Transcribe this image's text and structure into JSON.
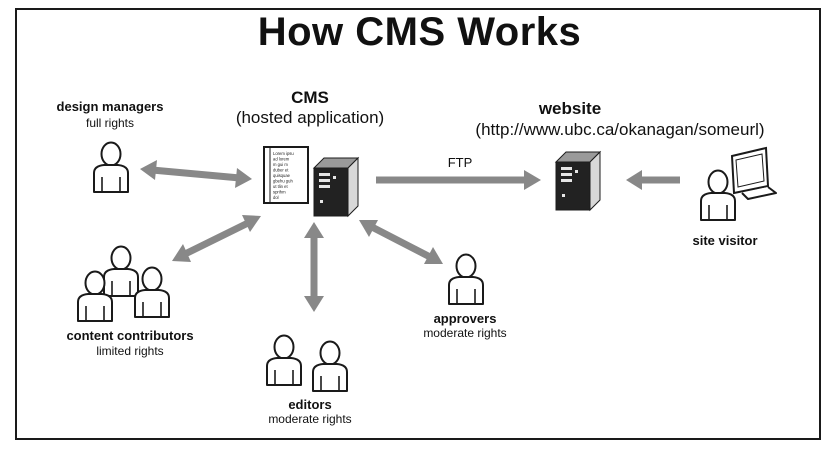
{
  "title": "How CMS Works",
  "cms": {
    "label": "CMS",
    "sublabel": "(hosted application)"
  },
  "website": {
    "label": "website",
    "url": "(http://www.ubc.ca/okanagan/someurl)"
  },
  "ftp_label": "FTP",
  "roles": {
    "design_managers": {
      "name": "design managers",
      "rights": "full rights"
    },
    "content_contributors": {
      "name": "content contributors",
      "rights": "limited rights"
    },
    "editors": {
      "name": "editors",
      "rights": "moderate rights"
    },
    "approvers": {
      "name": "approvers",
      "rights": "moderate rights"
    },
    "site_visitor": {
      "name": "site visitor"
    }
  },
  "document_text": [
    "Lorem ipsu",
    "ad lorem",
    "m gui m",
    "duber et",
    "quisquae",
    "gbehu guh",
    "ut tlin et",
    "sprihm",
    "dol"
  ],
  "colors": {
    "arrow": "#888888",
    "stroke": "#1a1a1a",
    "background": "#ffffff"
  }
}
